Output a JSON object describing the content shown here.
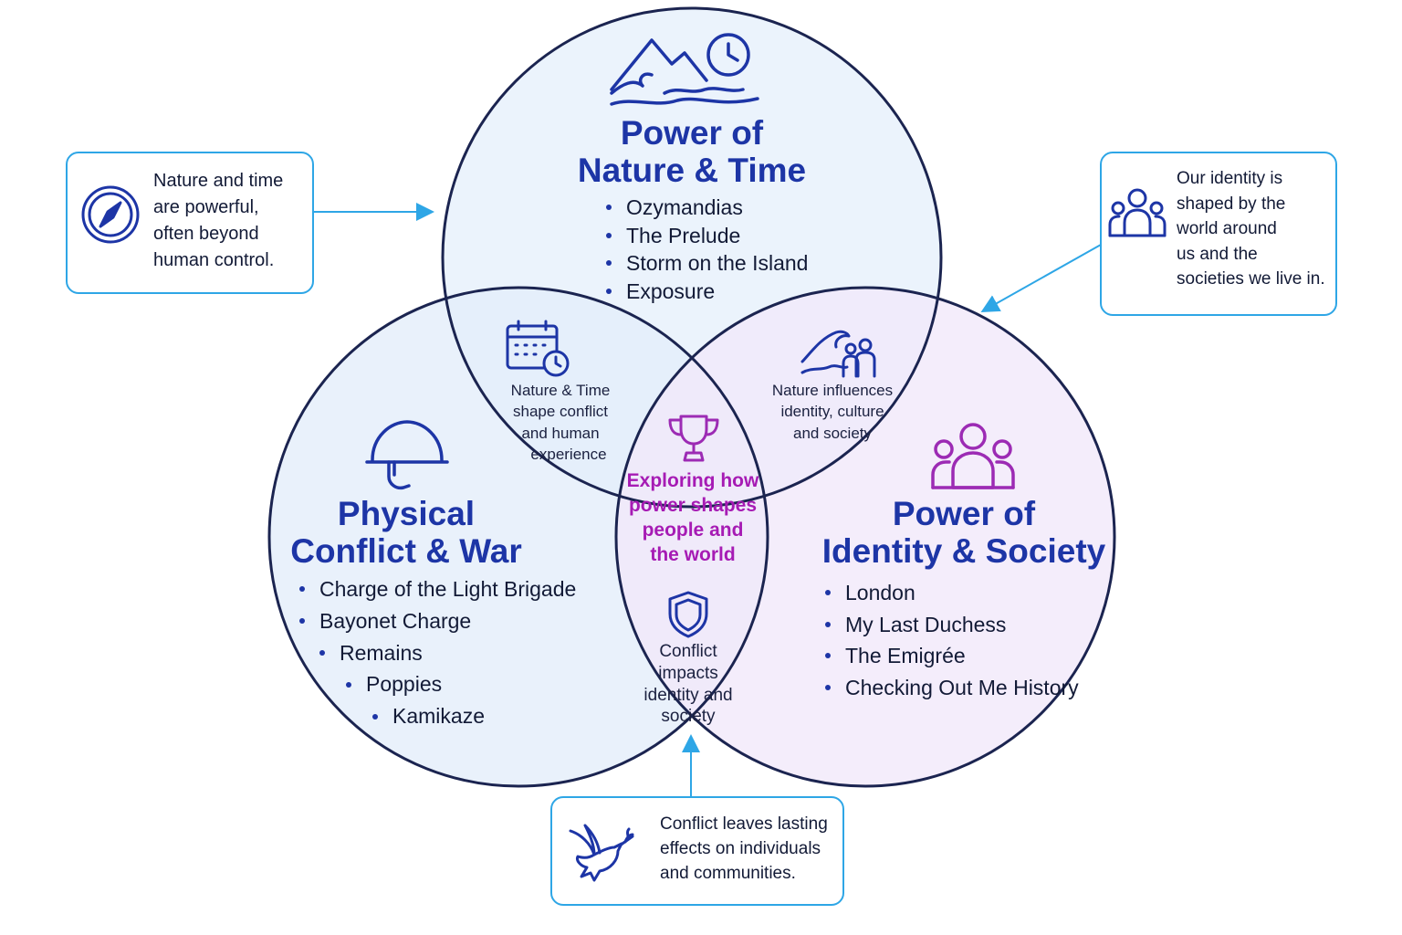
{
  "colors": {
    "circle_stroke": "#1b2450",
    "nature_fill": "#e7f1fb",
    "conflict_fill": "#e3eefa",
    "identity_fill": "#f1e9fa",
    "title_blue": "#1d35a6",
    "center_magenta": "#a61bb4",
    "callout_border": "#2ea6e6",
    "arrow_blue": "#2ea6e6",
    "icon_blue": "#1d35a6",
    "icon_purple": "#9c2bb4"
  },
  "nature": {
    "title_line1": "Power of",
    "title_line2": "Nature & Time",
    "poems": [
      "Ozymandias",
      "The Prelude",
      "Storm on the Island",
      "Exposure"
    ],
    "icon": "mountain-wave-clock-icon"
  },
  "conflict": {
    "title_line1": "Physical",
    "title_line2": "Conflict & War",
    "poems": [
      "Charge of the Light Brigade",
      "Bayonet Charge",
      "Remains",
      "Poppies",
      "Kamikaze"
    ],
    "icon": "helmet-icon"
  },
  "identity": {
    "title_line1": "Power of",
    "title_line2": "Identity & Society",
    "poems": [
      "London",
      "My Last Duchess",
      "The Emigrée",
      "Checking Out Me History"
    ],
    "icon": "people-group-icon"
  },
  "overlaps": {
    "nature_conflict": {
      "lines": [
        "Nature & Time",
        "shape conflict",
        "and human",
        "experience"
      ],
      "icon": "calendar-clock-icon"
    },
    "nature_identity": {
      "lines": [
        "Nature influences",
        "identity, culture",
        "and society"
      ],
      "icon": "wave-people-icon"
    },
    "conflict_identity": {
      "lines": [
        "Conflict",
        "impacts",
        "identity and",
        "society"
      ],
      "icon": "shield-icon"
    }
  },
  "center": {
    "lines": [
      "Exploring how",
      "power shapes",
      "people and",
      "the world"
    ],
    "icon": "trophy-icon"
  },
  "callouts": {
    "nature": {
      "lines": [
        "Nature and time",
        "are powerful,",
        "often beyond",
        "human control."
      ],
      "icon": "compass-icon"
    },
    "identity": {
      "lines": [
        "Our identity is",
        "shaped by the",
        "world around",
        "us and the",
        "societies we live in."
      ],
      "icon": "people-icon"
    },
    "conflict": {
      "lines": [
        "Conflict leaves lasting",
        "effects on individuals",
        "and communities."
      ],
      "icon": "dove-icon"
    }
  }
}
